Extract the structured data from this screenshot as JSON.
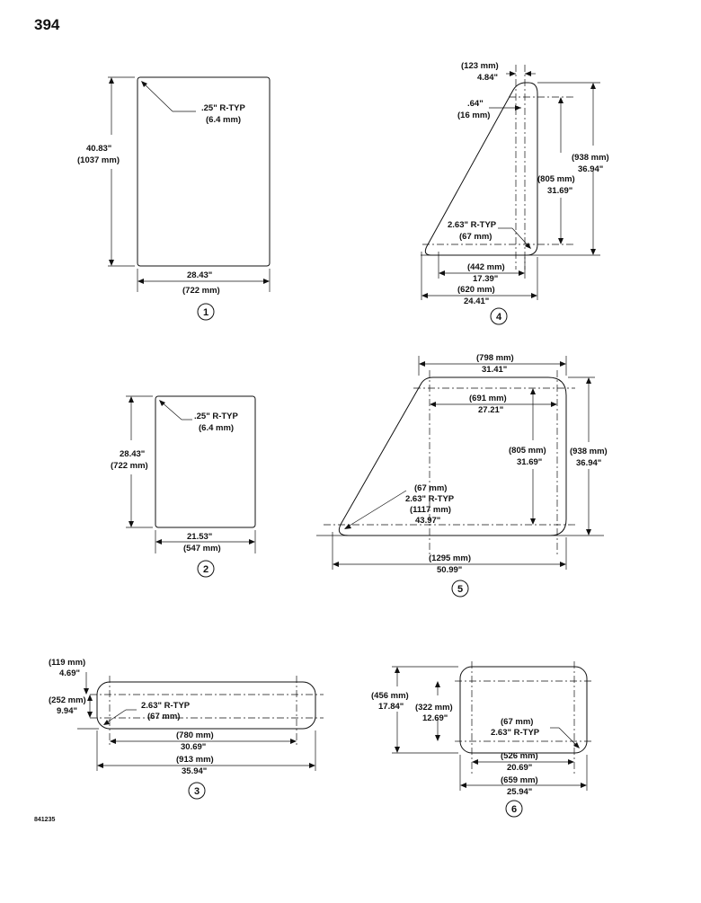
{
  "page_number": "394",
  "drawing_code": "841235",
  "panels": [
    {
      "id": "1",
      "height": [
        "40.83\"",
        "(1037 mm)"
      ],
      "width": [
        "28.43\"",
        "(722 mm)"
      ],
      "radius": [
        ".25\" R-TYP",
        "(6.4 mm)"
      ]
    },
    {
      "id": "2",
      "height": [
        "28.43\"",
        "(722 mm)"
      ],
      "width": [
        "21.53\"",
        "(547 mm)"
      ],
      "radius": [
        ".25\" R-TYP",
        "(6.4 mm)"
      ]
    },
    {
      "id": "3",
      "top_offset": [
        "(119 mm)",
        "4.69\""
      ],
      "inner_height": [
        "(252 mm)",
        "9.94\""
      ],
      "radius": [
        "2.63\" R-TYP",
        "(67 mm)"
      ],
      "inner_width": [
        "(780 mm)",
        "30.69\""
      ],
      "width": [
        "(913 mm)",
        "35.94\""
      ]
    },
    {
      "id": "4",
      "top_width": [
        "(123 mm)",
        "4.84\""
      ],
      "offset": [
        ".64\"",
        "(16 mm)"
      ],
      "inner_height": [
        "(805 mm)",
        "31.69\""
      ],
      "height": [
        "(938 mm)",
        "36.94\""
      ],
      "radius": [
        "2.63\" R-TYP",
        "(67 mm)"
      ],
      "inner_width": [
        "(442 mm)",
        "17.39\""
      ],
      "width": [
        "(620 mm)",
        "24.41\""
      ]
    },
    {
      "id": "5",
      "top_width": [
        "(798 mm)",
        "31.41\""
      ],
      "inner_top_width": [
        "(691 mm)",
        "27.21\""
      ],
      "inner_height": [
        "(805 mm)",
        "31.69\""
      ],
      "height": [
        "(938 mm)",
        "36.94\""
      ],
      "radius": [
        "(67 mm)",
        "2.63\" R-TYP"
      ],
      "inner_bottom_width": [
        "(1117 mm)",
        "43.97\""
      ],
      "width": [
        "(1295 mm)",
        "50.99\""
      ]
    },
    {
      "id": "6",
      "height": [
        "(456 mm)",
        "17.84\""
      ],
      "inner_height": [
        "(322 mm)",
        "12.69\""
      ],
      "radius": [
        "(67 mm)",
        "2.63\" R-TYP"
      ],
      "inner_width": [
        "(526 mm)",
        "20.69\""
      ],
      "width": [
        "(659 mm)",
        "25.94\""
      ]
    }
  ]
}
